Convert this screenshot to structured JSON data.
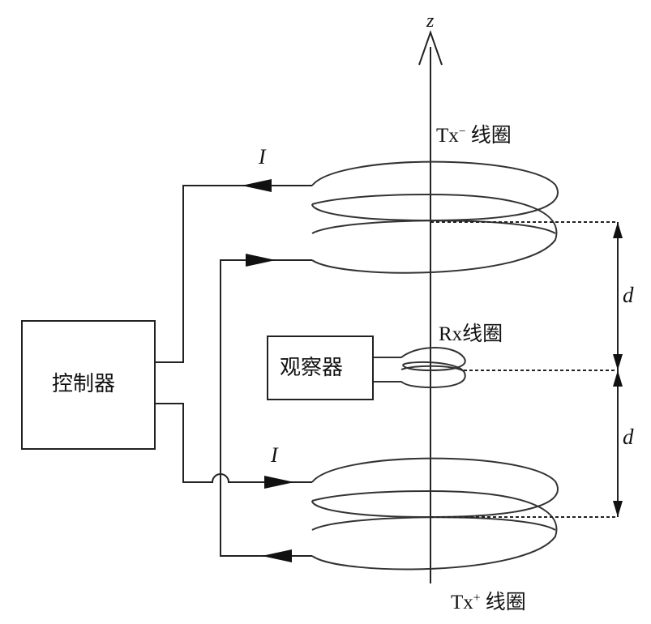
{
  "axis": {
    "label": "z"
  },
  "controller": {
    "label": "控制器"
  },
  "observer": {
    "label": "观察器"
  },
  "coils": {
    "tx_minus": {
      "base": "Tx",
      "sup": "−",
      "suffix": " 线圈"
    },
    "rx": {
      "label": "Rx线圈"
    },
    "tx_plus": {
      "base": "Tx",
      "sup": "+",
      "suffix": " 线圈"
    }
  },
  "currents": {
    "top": "I",
    "bottom": "I"
  },
  "distances": {
    "upper": "d",
    "lower": "d"
  }
}
